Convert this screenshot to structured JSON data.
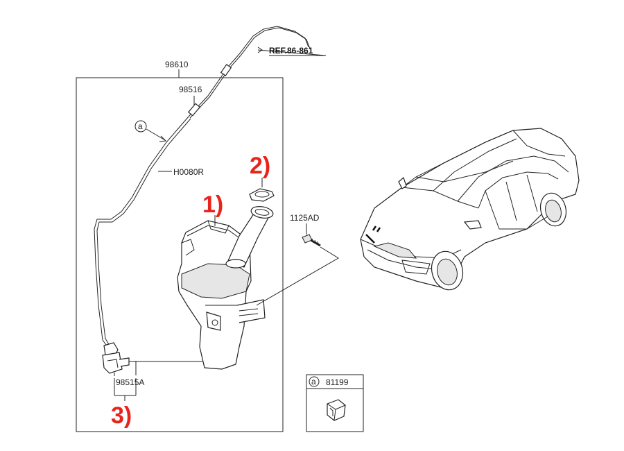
{
  "labels": {
    "ref": "REF.86-861",
    "assembly": "98610",
    "nozzle": "98516",
    "hose": "H0080R",
    "bolt": "1125AD",
    "pump": "98515A",
    "clip_marker": "a",
    "clip_part": "81199",
    "callout_1": "1)",
    "callout_2": "2)",
    "callout_3": "3)"
  },
  "colors": {
    "callout": "#e8231c",
    "line": "#222222"
  }
}
